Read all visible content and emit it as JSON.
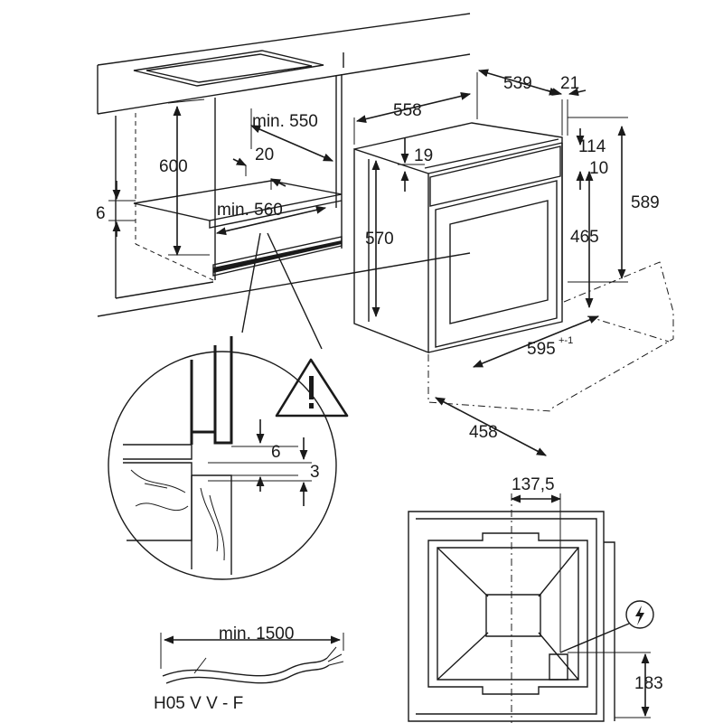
{
  "labels": {
    "cabinet_min_depth": "min. 550",
    "cabinet_height": "600",
    "cabinet_gap": "20",
    "cabinet_side": "6",
    "cabinet_min_width": "min. 560",
    "oven_top_depth": "558",
    "oven_depth": "539",
    "oven_panel": "21",
    "oven_offset_top": "19",
    "oven_dim_114": "114",
    "oven_dim_10": "10",
    "oven_total_height": "589",
    "oven_body_height": "570",
    "oven_inner_height": "465",
    "oven_width": "595",
    "oven_width_tol": "+-1",
    "oven_front_depth": "458",
    "detail_gap_6": "6",
    "detail_gap_3": "3",
    "back_offset": "137,5",
    "back_socket_height": "183",
    "cable_length": "min. 1500",
    "cable_type": "H05 V V - F"
  },
  "icons": [
    "warning-icon",
    "electric-icon"
  ]
}
